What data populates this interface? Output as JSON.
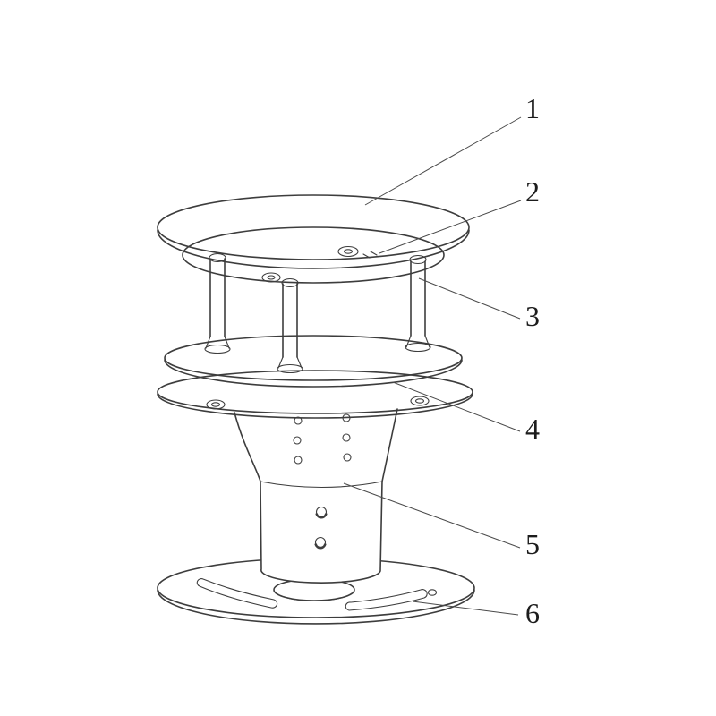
{
  "diagram": {
    "background_color": "#ffffff",
    "line_color": "#3d3d3d",
    "callouts": [
      {
        "label": "1"
      },
      {
        "label": "2"
      },
      {
        "label": "3"
      },
      {
        "label": "4"
      },
      {
        "label": "5"
      },
      {
        "label": "6"
      }
    ]
  }
}
